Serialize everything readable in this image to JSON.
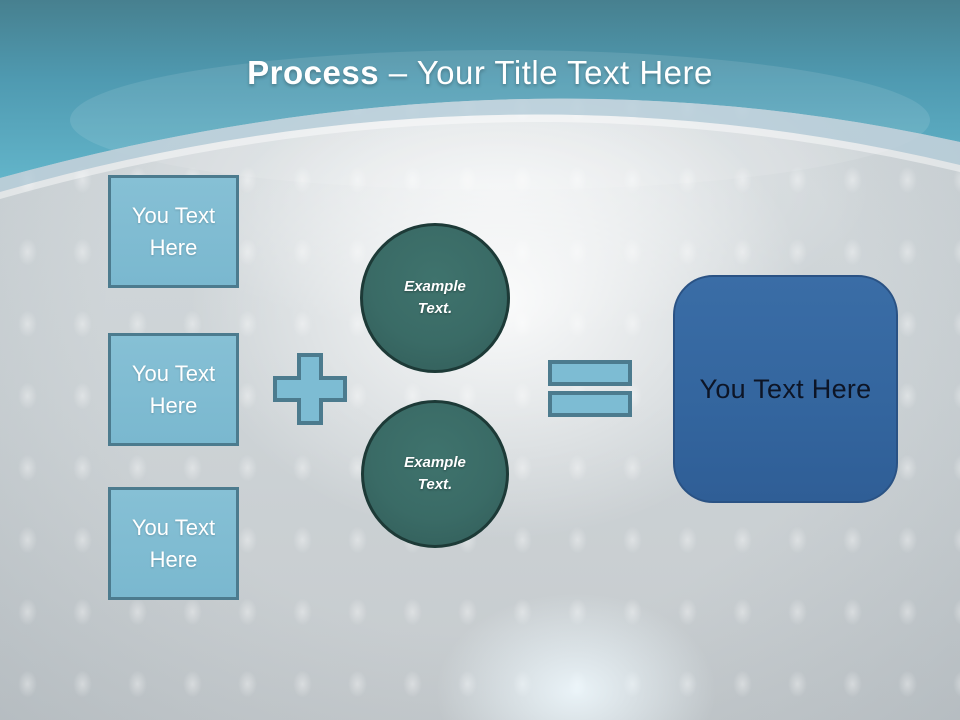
{
  "title": {
    "bold": "Process",
    "regular": " – Your Title Text Here"
  },
  "left_boxes": [
    {
      "label": "You Text Here"
    },
    {
      "label": "You Text Here"
    },
    {
      "label": "You Text Here"
    }
  ],
  "operators": {
    "plus_icon": "plus-icon",
    "equals_icon": "equals-icon"
  },
  "circles": [
    {
      "label": "Example Text."
    },
    {
      "label": "Example Text."
    }
  ],
  "result_box": {
    "label": "You Text Here"
  },
  "colors": {
    "header_teal_top": "#47808f",
    "header_teal_bottom": "#62b4c9",
    "curve_band": "#b4ccd9",
    "shape_light_blue": "#7dbcd3",
    "shape_border": "#4c7b8e",
    "circle_fill": "#3a6b66",
    "circle_border": "#1d3a37",
    "result_fill": "#33659e",
    "result_border": "#2a5284",
    "title_text": "#ffffff",
    "box_text": "#ffffff",
    "result_text": "#0d1526",
    "background_gray": "#ccd3d6"
  }
}
